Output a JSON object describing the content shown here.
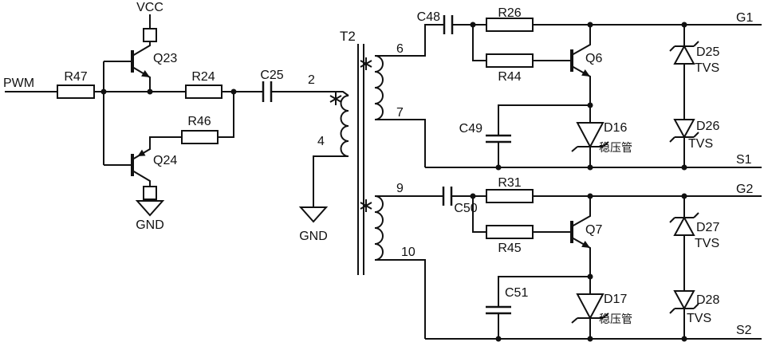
{
  "schematic": {
    "input": {
      "pwm": "PWM"
    },
    "power": {
      "vcc": "VCC",
      "gnd_driver": "GND",
      "gnd_transformer": "GND"
    },
    "driver": {
      "r47": "R47",
      "r24": "R24",
      "r46": "R46",
      "q23": "Q23",
      "q24": "Q24",
      "c25": "C25"
    },
    "transformer": {
      "name": "T2",
      "pins": {
        "p2": "2",
        "p4": "4",
        "p6": "6",
        "p7": "7",
        "p9": "9",
        "p10": "10"
      }
    },
    "channel1": {
      "c48": "C48",
      "r26": "R26",
      "r44": "R44",
      "q6": "Q6",
      "c49": "C49",
      "d16": "D16",
      "d16_note": "稳压管",
      "d25": "D25",
      "d25_type": "TVS",
      "d26": "D26",
      "d26_type": "TVS",
      "gate": "G1",
      "source": "S1"
    },
    "channel2": {
      "c50": "C50",
      "r31": "R31",
      "r45": "R45",
      "q7": "Q7",
      "c51": "C51",
      "d17": "D17",
      "d17_note": "稳压管",
      "d27": "D27",
      "d27_type": "TVS",
      "d28": "D28",
      "d28_type": "TVS",
      "gate": "G2",
      "source": "S2"
    }
  },
  "colors": {
    "ink": "#111111",
    "background": "#ffffff"
  }
}
